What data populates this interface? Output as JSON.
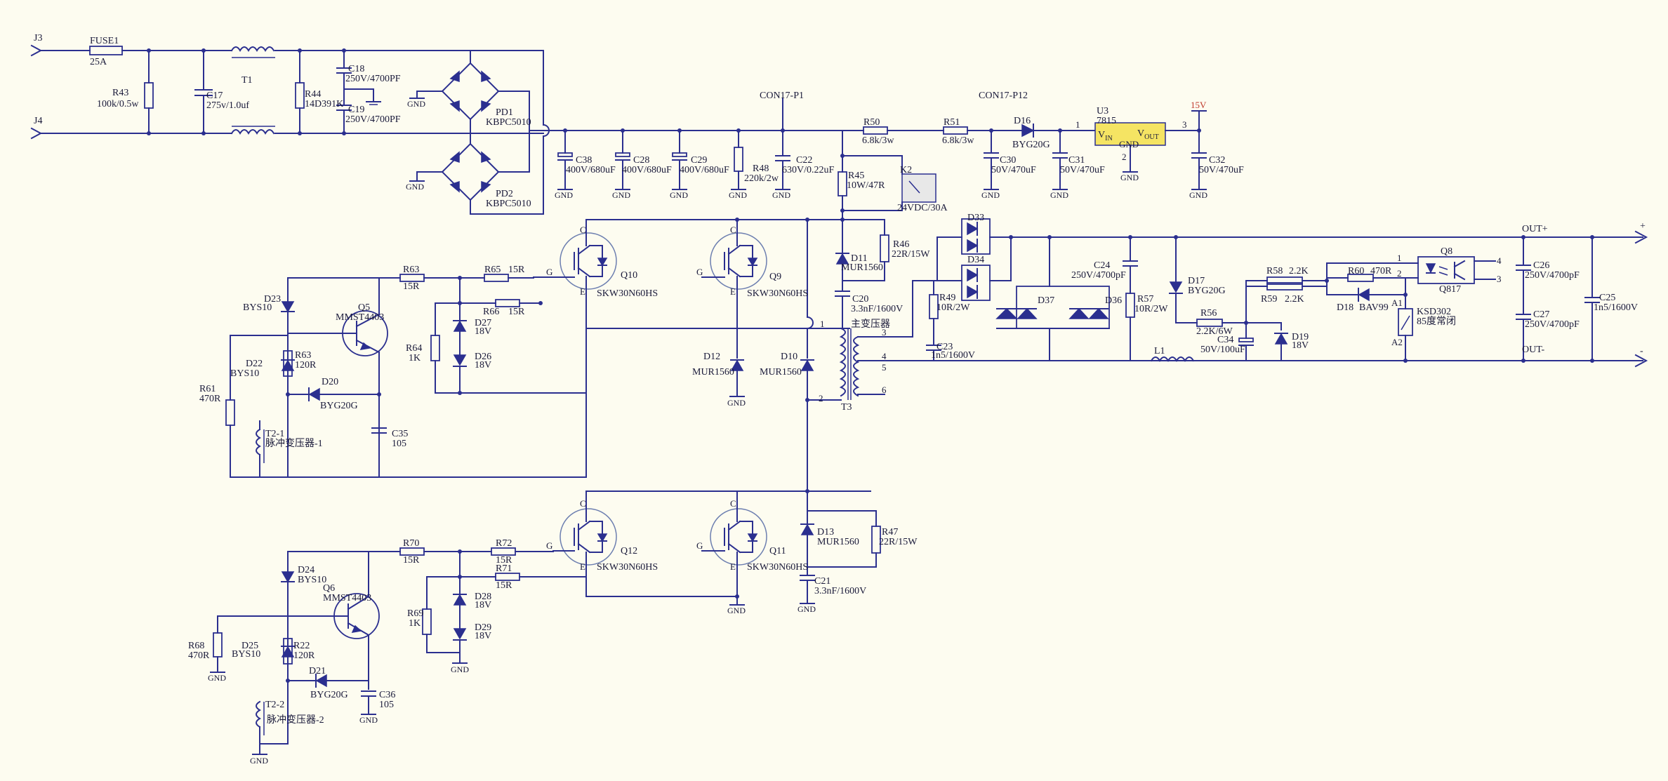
{
  "input": {
    "j3": "J3",
    "j4": "J4",
    "fuse_ref": "FUSE1",
    "fuse_val": "25A",
    "r43_ref": "R43",
    "r43_val": "100k/0.5w",
    "c17_ref": "C17",
    "c17_val": "275v/1.0uf",
    "t1_ref": "T1",
    "r44_ref": "R44",
    "r44_val": "14D391K",
    "c18_ref": "C18",
    "c18_val": "250V/4700PF",
    "c19_ref": "C19",
    "c19_val": "250V/4700PF",
    "pd1_ref": "PD1",
    "pd1_val": "KBPC5010",
    "pd2_ref": "PD2",
    "pd2_val": "KBPC5010",
    "gnd": "GND"
  },
  "bus": {
    "con17_p1": "CON17-P1",
    "con17_p12": "CON17-P12",
    "c38": "C38",
    "c38_val": "400V/680uF",
    "c28": "C28",
    "c28_val": "400V/680uF",
    "c29": "C29",
    "c29_val": "400V/680uF",
    "r48": "R48",
    "r48_val": "220k/2w",
    "c22": "C22",
    "c22_val": "630V/0.22uF",
    "r50": "R50",
    "r50_val": "6.8k/3w",
    "r51": "R51",
    "r51_val": "6.8k/3w",
    "r45": "R45",
    "r45_val": "10W/47R",
    "k2": "K2",
    "k2_val": "24VDC/30A",
    "d16": "D16",
    "d16_val": "BYG20G",
    "c30": "C30",
    "c30_val": "50V/470uF",
    "c31": "C31",
    "c31_val": "50V/470uF",
    "u3": "U3",
    "u3_val": "7815",
    "vin": "V",
    "vin_sub": "IN",
    "vout": "V",
    "vout_sub": "OUT",
    "reg_gnd": "GND",
    "pin1": "1",
    "pin2": "2",
    "pin3": "3",
    "v15": "15V",
    "c32": "C32",
    "c32_val": "50V/470uF"
  },
  "bridge": {
    "q10": "Q10",
    "q9": "Q9",
    "q12": "Q12",
    "q11": "Q11",
    "igbt_val": "SKW30N60HS",
    "c": "C",
    "e": "E",
    "g": "G",
    "d11": "D11",
    "d11_val": "MUR1560",
    "r46": "R46",
    "r46_val": "22R/15W",
    "c20": "C20",
    "c20_val": "3.3nF/1600V",
    "d12": "D12",
    "d12_val": "MUR1560",
    "d10": "D10",
    "d10_val": "MUR1560",
    "d13": "D13",
    "d13_val": "MUR1560",
    "r47": "R47",
    "r47_val": "22R/15W",
    "c21": "C21",
    "c21_val": "3.3nF/1600V",
    "t3": "T3",
    "t3_name": "主变压器",
    "p1": "1",
    "p2": "2",
    "p3": "3",
    "p4": "4",
    "p5": "5",
    "p6": "6"
  },
  "driver1": {
    "r63a": "R63",
    "r63a_val": "15R",
    "r65": "R65",
    "r65_val": "15R",
    "r66": "R66",
    "r66_val": "15R",
    "d23": "D23",
    "d23_val": "BYS10",
    "q5": "Q5",
    "q5_val": "MMST4403",
    "d27": "D27",
    "d27_val": "18V",
    "d26": "D26",
    "d26_val": "18V",
    "r64": "R64",
    "r64_val": "1K",
    "d22": "D22",
    "d22_val": "BYS10",
    "r63b": "R63",
    "r63b_val": "120R",
    "r61": "R61",
    "r61_val": "470R",
    "d20": "D20",
    "d20_val": "BYG20G",
    "c35": "C35",
    "c35_val": "105",
    "t21": "T2-1",
    "t21_name": "脉冲变压器-1"
  },
  "driver2": {
    "r70": "R70",
    "r70_val": "15R",
    "r72": "R72",
    "r72_val": "15R",
    "r71": "R71",
    "r71_val": "15R",
    "d24": "D24",
    "d24_val": "BYS10",
    "q6": "Q6",
    "q6_val": "MMST4403",
    "d28": "D28",
    "d28_val": "18V",
    "d29": "D29",
    "d29_val": "18V",
    "r69": "R69",
    "r69_val": "1K",
    "r68": "R68",
    "r68_val": "470R",
    "d25": "D25",
    "d25_val": "BYS10",
    "r22": "R22",
    "r22_val": "120R",
    "d21": "D21",
    "d21_val": "BYG20G",
    "c36": "C36",
    "c36_val": "105",
    "t22": "T2-2",
    "t22_name": "脉冲变压器-2"
  },
  "output": {
    "d33": "D33",
    "d34": "D34",
    "d37": "D37",
    "d36": "D36",
    "r49": "R49",
    "r49_val": "10R/2W",
    "c23": "C23",
    "c23_val": "1n5/1600V",
    "c24": "C24",
    "c24_val": "250V/4700pF",
    "r57": "R57",
    "r57_val": "10R/2W",
    "d17": "D17",
    "d17_val": "BYG20G",
    "r56": "R56",
    "r56_val": "2.2K/6W",
    "l1": "L1",
    "c34": "C34",
    "c34_val": "50V/100uF",
    "d19": "D19",
    "d19_val": "18V",
    "r58": "R58",
    "r58_val": "2.2K",
    "r59": "R59",
    "r59_val": "2.2K",
    "r60": "R60",
    "r60_val": "470R",
    "d18": "D18",
    "d18_val": "BAV99",
    "q8": "Q8",
    "q8_val": "Q817",
    "ksd": "KSD302",
    "ksd_val": "85度常闭",
    "a2": "A2",
    "a1": "A1",
    "c26": "C26",
    "c26_val": "250V/4700pF",
    "c27": "C27",
    "c27_val": "250V/4700pF",
    "c25": "C25",
    "c25_val": "1n5/1600V",
    "out_plus": "OUT+",
    "out_minus": "OUT-",
    "plus": "+",
    "minus": "-",
    "o4": "4",
    "o3": "3",
    "o1": "1",
    "o2": "2"
  }
}
